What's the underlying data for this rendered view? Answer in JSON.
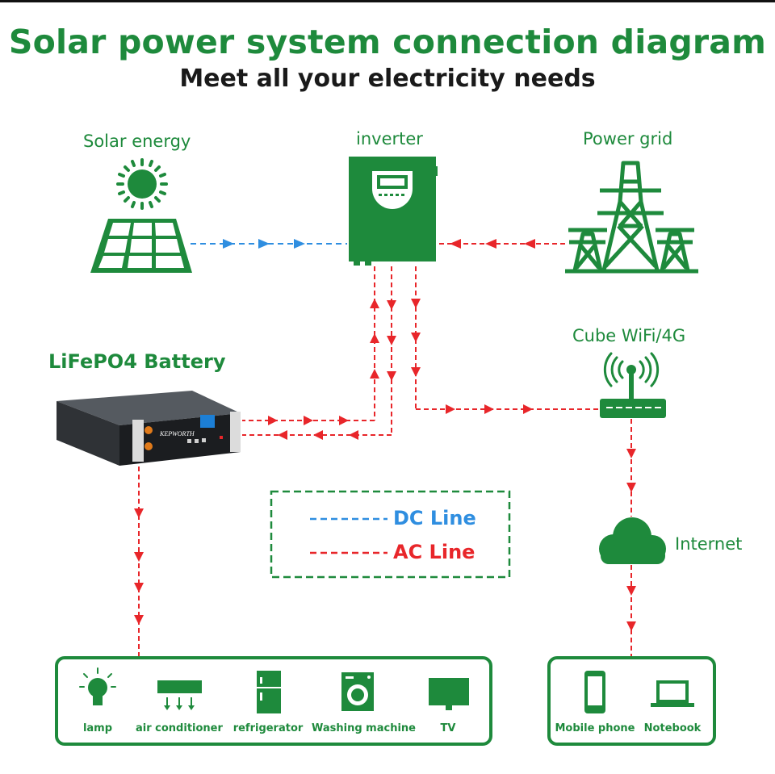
{
  "header": {
    "title": "Solar power system connection diagram",
    "subtitle": "Meet all your electricity needs"
  },
  "nodes": {
    "solar": "Solar energy",
    "inverter": "inverter",
    "grid": "Power grid",
    "battery": "LiFePO4 Battery",
    "battery_brand": "KEPWORTH",
    "wifi": "Cube WiFi/4G",
    "internet": "Internet"
  },
  "legend": {
    "dc": "DC Line",
    "ac": "AC Line"
  },
  "appliances": [
    "lamp",
    "air conditioner",
    "refrigerator",
    "Washing machine",
    "TV"
  ],
  "devices": [
    "Mobile phone",
    "Notebook"
  ],
  "colors": {
    "green": "#1e8a3c",
    "dc_line": "#2f8ee0",
    "ac_line": "#e8262a"
  }
}
